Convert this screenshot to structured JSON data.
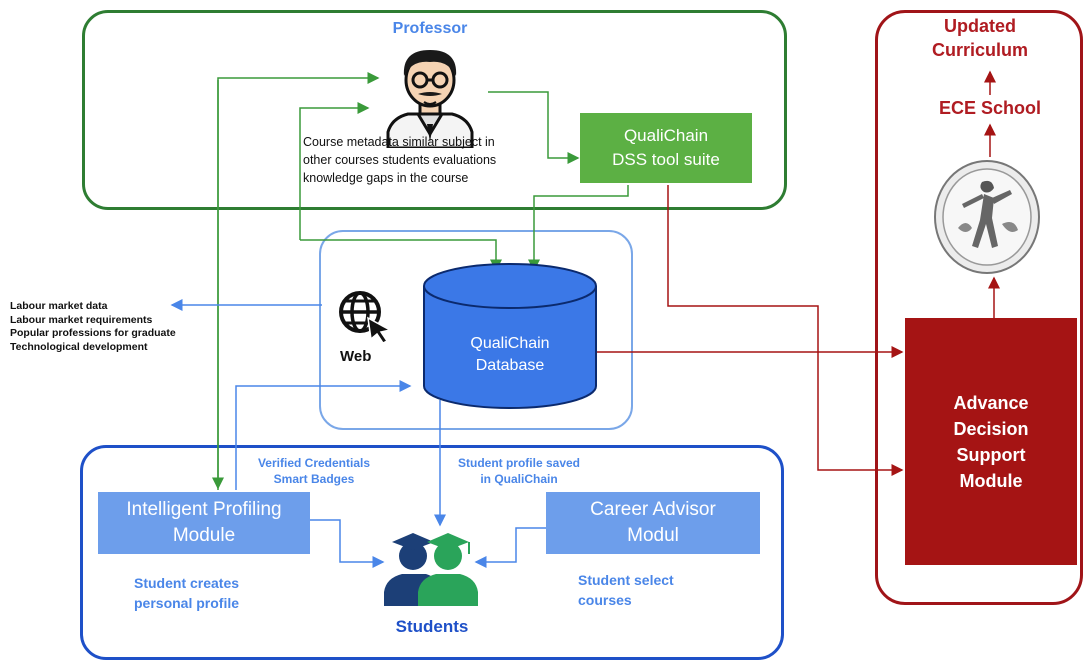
{
  "professor": {
    "title": "Professor",
    "notes": [
      "Course metadata similar subject in",
      "other courses students evaluations",
      "knowledge gaps in the course"
    ]
  },
  "dss": {
    "line1": "QualiChain",
    "line2": "DSS tool suite"
  },
  "web": {
    "label": "Web"
  },
  "database": {
    "line1": "QualiChain",
    "line2": "Database"
  },
  "labour_notes": [
    "Labour market data",
    "Labour market requirements",
    "Popular professions for graduate",
    "Technological development"
  ],
  "students": {
    "title": "Students",
    "verified_1": "Verified Credentials",
    "verified_2": "Smart Badges",
    "saved_1": "Student profile saved",
    "saved_2": "in QualiChain",
    "profiling_1": "Intelligent Profiling",
    "profiling_2": "Module",
    "profiling_caption_1": "Student creates",
    "profiling_caption_2": "personal profile",
    "advisor_1": "Career Advisor",
    "advisor_2": "Modul",
    "advisor_caption_1": "Student select",
    "advisor_caption_2": "courses"
  },
  "right": {
    "updated_1": "Updated",
    "updated_2": "Curriculum",
    "ece": "ECE School",
    "adm_1": "Advance",
    "adm_2": "Decision",
    "adm_3": "Support",
    "adm_4": "Module"
  },
  "colors": {
    "green": "#2e7d32",
    "green_box": "#5cb044",
    "blue": "#4a86e8",
    "dark_blue": "#1e50c8",
    "red": "#a51414"
  }
}
